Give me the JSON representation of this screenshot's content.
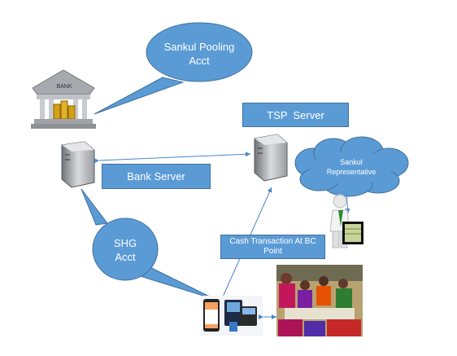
{
  "diagram": {
    "pooling_callout": {
      "line1": "Sankul Pooling",
      "line2": "Acct"
    },
    "tsp_server_label": "TSP  Server",
    "bank_server_label": "Bank Server",
    "bank_sign": "BANK",
    "sankul_cloud": {
      "line1": "Sankul",
      "line2": "Representative"
    },
    "shg_callout": {
      "line1": "SHG",
      "line2": "Acct"
    },
    "cash_transaction_label": {
      "line1": "Cash Transaction At BC",
      "line2": "Point"
    }
  },
  "colors": {
    "shape_fill": "#5b9bd5",
    "shape_border": "#41719c",
    "text": "#ffffff"
  }
}
